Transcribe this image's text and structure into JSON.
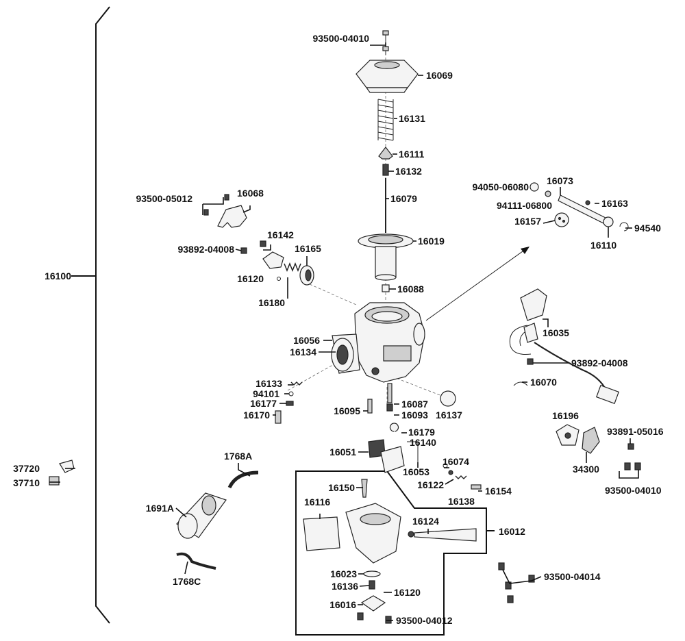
{
  "diagram": {
    "assembly_number": "16100",
    "sub_assembly_number": "16012",
    "part_numbers": {
      "p_93500_04010_top": "93500-04010",
      "p_16069": "16069",
      "p_16131": "16131",
      "p_16111": "16111",
      "p_16132": "16132",
      "p_16079": "16079",
      "p_16019": "16019",
      "p_16088": "16088",
      "p_93500_05012": "93500-05012",
      "p_16068": "16068",
      "p_16142": "16142",
      "p_93892_04008_left": "93892-04008",
      "p_16165": "16165",
      "p_16120_upper": "16120",
      "p_16180": "16180",
      "p_16056": "16056",
      "p_16134": "16134",
      "p_16133": "16133",
      "p_94101": "94101",
      "p_16177": "16177",
      "p_16170": "16170",
      "p_16095": "16095",
      "p_16087": "16087",
      "p_16093": "16093",
      "p_16137": "16137",
      "p_94050_06080": "94050-06080",
      "p_16073": "16073",
      "p_94111_06800": "94111-06800",
      "p_16163": "16163",
      "p_16157": "16157",
      "p_94540": "94540",
      "p_16110": "16110",
      "p_16035": "16035",
      "p_93892_04008_right": "93892-04008",
      "p_16070": "16070",
      "p_16196": "16196",
      "p_93891_05016": "93891-05016",
      "p_34300": "34300",
      "p_93500_04010_right": "93500-04010",
      "p_16179": "16179",
      "p_16140": "16140",
      "p_16051": "16051",
      "p_16053": "16053",
      "p_16074": "16074",
      "p_16122": "16122",
      "p_16154": "16154",
      "p_16138": "16138",
      "p_37720": "37720",
      "p_37710": "37710",
      "p_1768A": "1768A",
      "p_1691A": "1691A",
      "p_1768C": "1768C",
      "p_16150": "16150",
      "p_16116": "16116",
      "p_16124": "16124",
      "p_16023": "16023",
      "p_16136": "16136",
      "p_16120_lower": "16120",
      "p_16016": "16016",
      "p_93500_04012": "93500-04012",
      "p_93500_04014": "93500-04014"
    }
  }
}
